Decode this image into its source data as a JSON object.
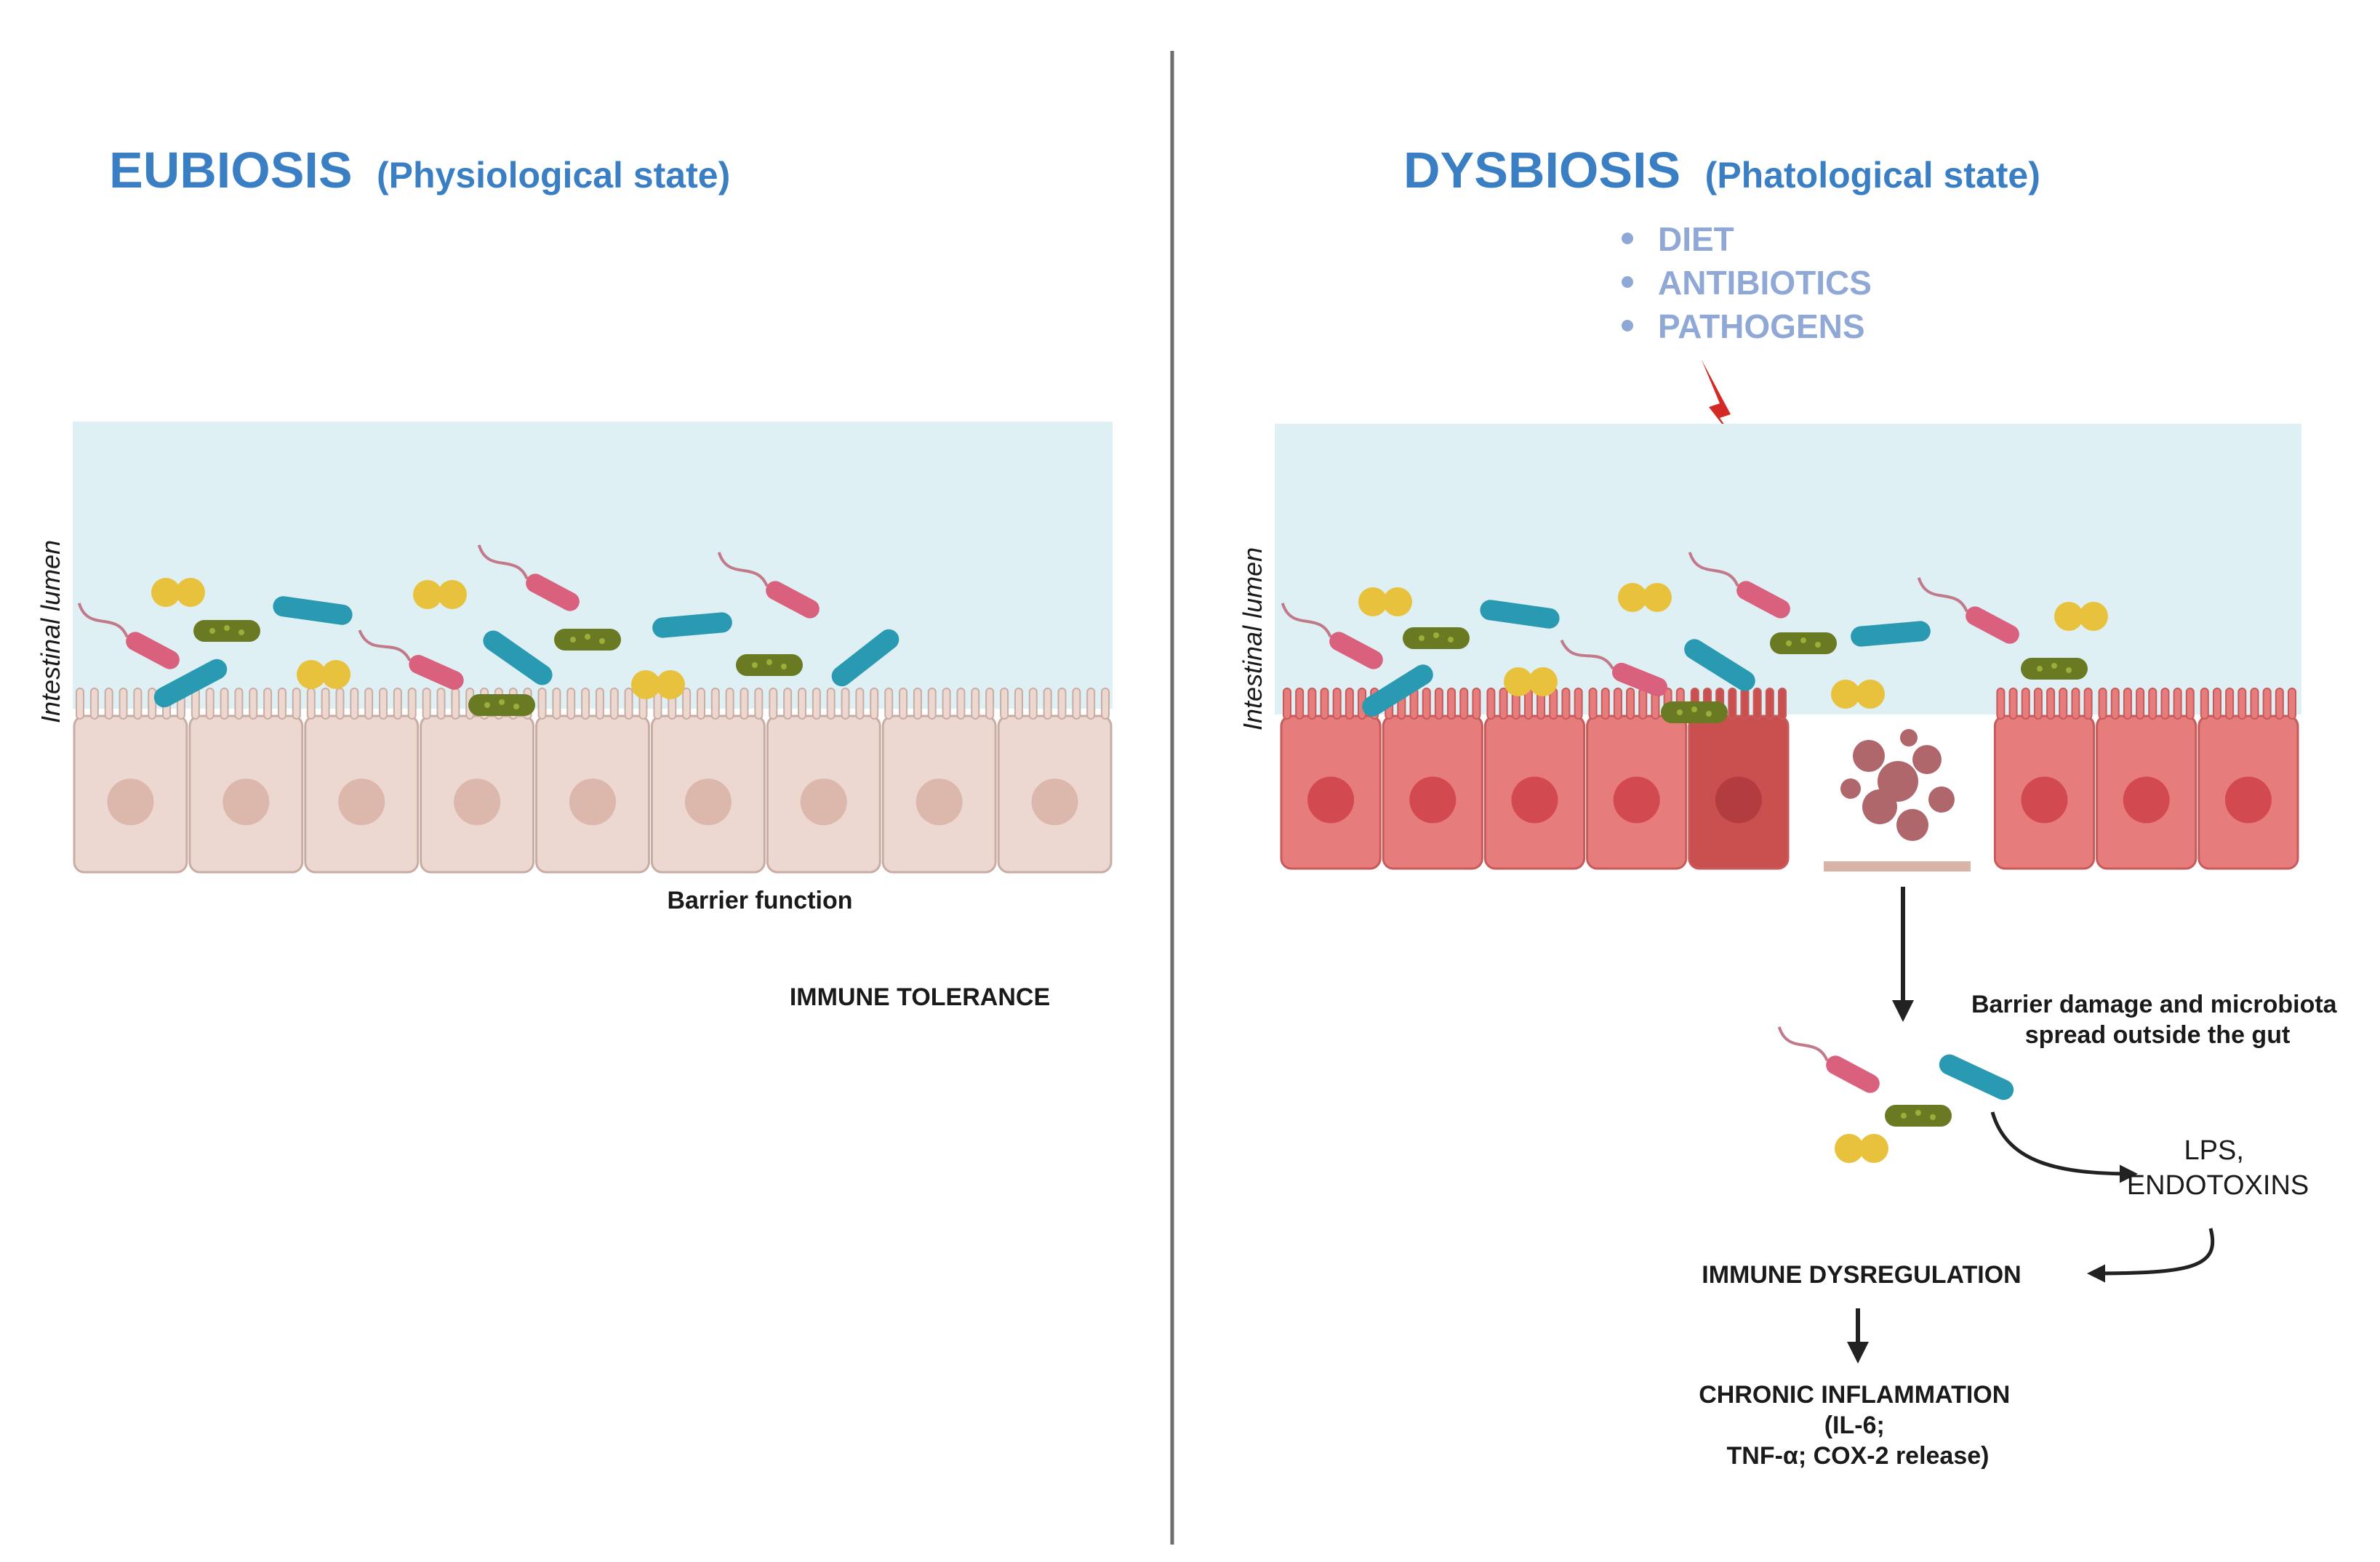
{
  "eubiosis": {
    "title": "EUBIOSIS",
    "subtitle": "(Physiological state)",
    "lumen_label": "Intestinal lumen",
    "barrier_label": "Barrier function",
    "outcome_label": "IMMUNE TOLERANCE"
  },
  "dysbiosis": {
    "title": "DYSBIOSIS",
    "subtitle": "(Phatological state)",
    "lumen_label": "Intestinal lumen",
    "causes": [
      "DIET",
      "ANTIBIOTICS",
      "PATHOGENS"
    ],
    "barrier_damage_line1": "Barrier damage and microbiota",
    "barrier_damage_line2": "spread outside the gut",
    "lps_line1": "LPS,",
    "lps_line2": "ENDOTOXINS",
    "immune_dysregulation": "IMMUNE DYSREGULATION",
    "inflammation_line1": "CHRONIC INFLAMMATION",
    "inflammation_line2": "(IL-6;",
    "inflammation_line3": "TNF-α; COX-2 release)"
  },
  "colors": {
    "title_blue": "#3a7fc4",
    "cause_blue": "#8fa8d6",
    "lumen_bg": "#dff0f4",
    "healthy_cell": "#ecd8d1",
    "healthy_nucleus": "#dbb7ac",
    "inflamed_cell": "#e77c7c",
    "inflamed_nucleus": "#d24a50",
    "damaged_cell": "#c9504f",
    "bacteria_teal": "#2a99b2",
    "bacteria_pink": "#d9617d",
    "bacteria_green": "#6a7a22",
    "coccus_yellow": "#e8c23c",
    "lightning_red": "#d42a26",
    "divider": "#6e6e6e"
  },
  "icons": [
    "rod-bacterium-icon",
    "flagellated-bacterium-icon",
    "bacillus-icon",
    "diplococcus-icon",
    "lightning-bolt-icon",
    "down-arrow-icon",
    "curved-arrow-icon"
  ]
}
